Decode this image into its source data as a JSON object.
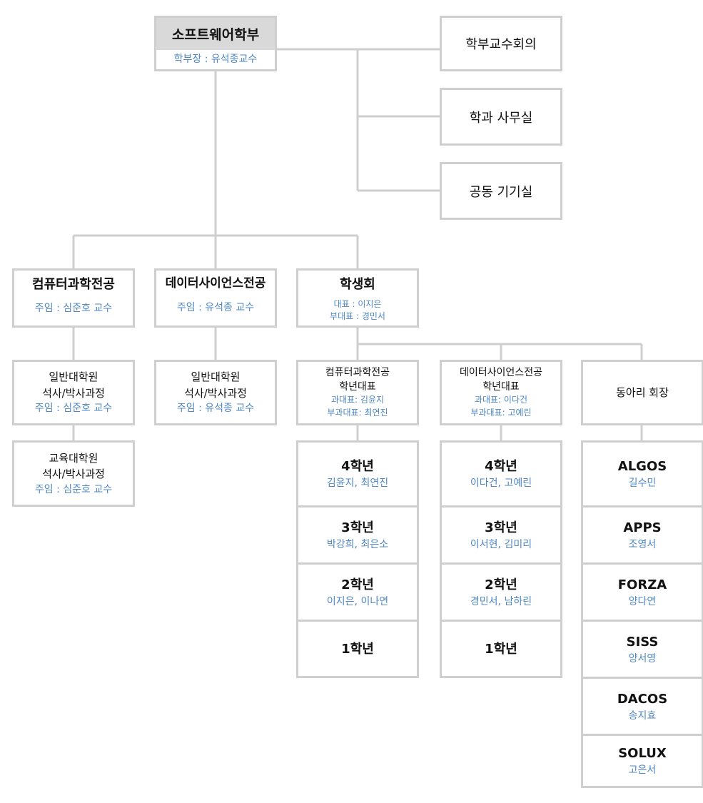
{
  "root": {
    "title": "소프트웨어학부",
    "head": "학부장 : 유석종교수"
  },
  "staff": [
    "학부교수회의",
    "학과 사무실",
    "공동 기기실"
  ],
  "majors": {
    "cs": {
      "title": "컴퓨터과학전공",
      "head": "주임 : 심준호 교수"
    },
    "ds": {
      "title": "데이터사이언스전공",
      "head": "주임 : 유석종 교수"
    },
    "council": {
      "title": "학생회",
      "rep": "대표 : 이지은",
      "vice": "부대표 : 경민서"
    }
  },
  "grad": {
    "cs_general": {
      "line1": "일반대학원",
      "line2": "석사/박사과정",
      "head": "주임 : 심준호 교수"
    },
    "cs_edu": {
      "line1": "교육대학원",
      "line2": "석사/박사과정",
      "head": "주임 : 심준호 교수"
    },
    "ds_general": {
      "line1": "일반대학원",
      "line2": "석사/박사과정",
      "head": "주임 : 유석종 교수"
    }
  },
  "class_reps": {
    "cs": {
      "line1": "컴퓨터과학전공",
      "line2": "학년대표",
      "rep": "과대표: 김윤지",
      "vice": "부과대표: 최연진"
    },
    "ds": {
      "line1": "데이터사이언스전공",
      "line2": "학년대표",
      "rep": "과대표: 이다건",
      "vice": "부과대표: 고예린"
    },
    "club": {
      "title": "동아리 회장"
    }
  },
  "cs_years": [
    {
      "grade": "4학년",
      "names": "김윤지, 최연진"
    },
    {
      "grade": "3학년",
      "names": "박강희, 최은소"
    },
    {
      "grade": "2학년",
      "names": "이지은, 이나연"
    },
    {
      "grade": "1학년",
      "names": ""
    }
  ],
  "ds_years": [
    {
      "grade": "4학년",
      "names": "이다건, 고예린"
    },
    {
      "grade": "3학년",
      "names": "이서현, 김미리"
    },
    {
      "grade": "2학년",
      "names": "경민서, 남하린"
    },
    {
      "grade": "1학년",
      "names": ""
    }
  ],
  "clubs": [
    {
      "name": "ALGOS",
      "leader": "길수민"
    },
    {
      "name": "APPS",
      "leader": "조영서"
    },
    {
      "name": "FORZA",
      "leader": "양다연"
    },
    {
      "name": "SISS",
      "leader": "양서영"
    },
    {
      "name": "DACOS",
      "leader": "송지효"
    },
    {
      "name": "SOLUX",
      "leader": "고은서"
    }
  ]
}
